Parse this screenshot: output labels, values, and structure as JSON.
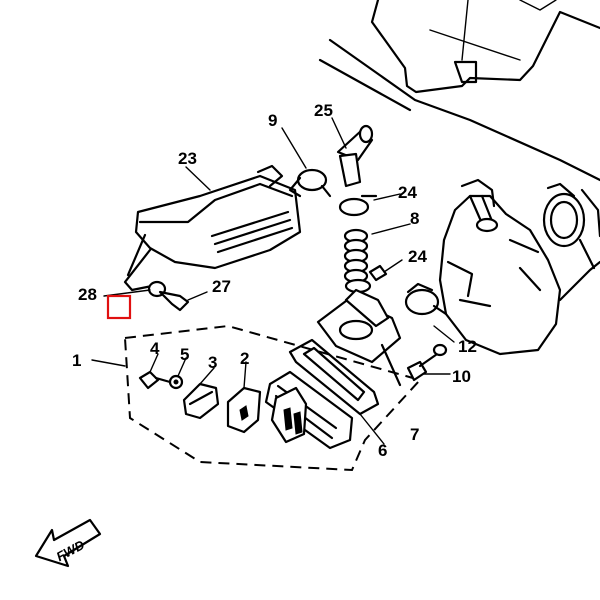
{
  "callouts": {
    "c1": "1",
    "c2": "2",
    "c3": "3",
    "c4": "4",
    "c5": "5",
    "c6": "6",
    "c7": "7",
    "c8": "8",
    "c9": "9",
    "c10": "10",
    "c12": "12",
    "c23": "23",
    "c24a": "24",
    "c24b": "24",
    "c25": "25",
    "c27": "27",
    "c28": "28"
  },
  "arrow": {
    "label": "FWD"
  },
  "highlight": {
    "color": "#e01010"
  }
}
